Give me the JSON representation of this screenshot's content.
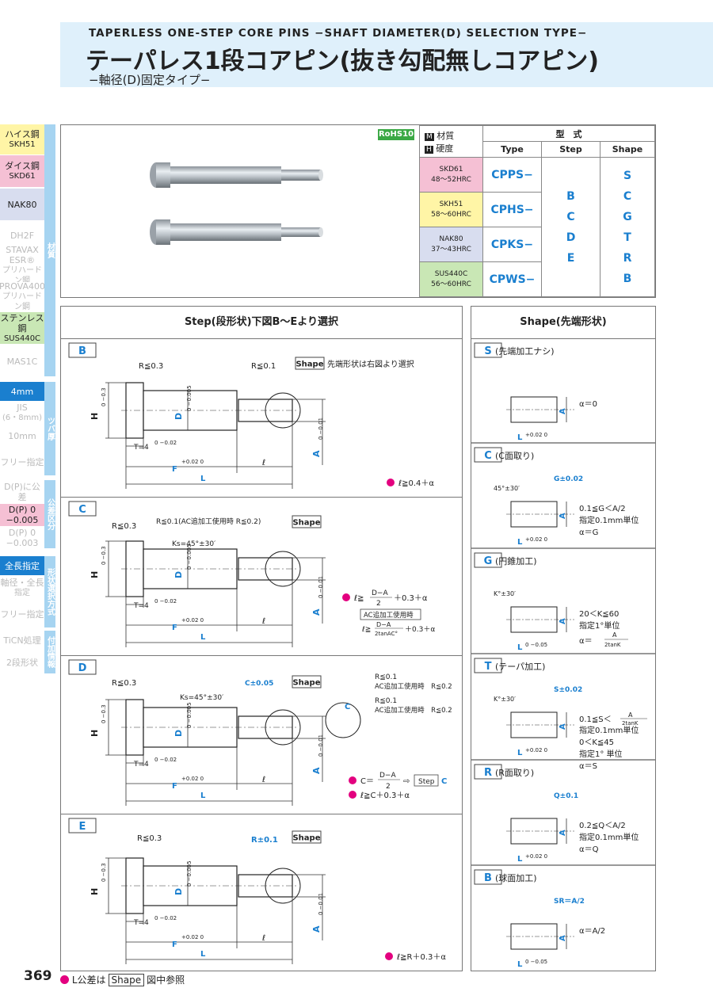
{
  "header": {
    "en_title": "TAPERLESS ONE-STEP CORE PINS −SHAFT DIAMETER(D) SELECTION TYPE−",
    "jp_title": "テーパレス1段コアピン(抜き勾配無しコアピン)",
    "sub_title": "−軸径(D)固定タイプ−"
  },
  "sidebar": {
    "materials": [
      {
        "line1": "ハイス鋼",
        "line2": "SKH51",
        "bg": "#fff5a6",
        "color": "#222"
      },
      {
        "line1": "ダイス鋼",
        "line2": "SKD61",
        "bg": "#f5c0d4",
        "color": "#222"
      },
      {
        "line1": "NAK80",
        "line2": "",
        "bg": "#d8ddef",
        "color": "#222"
      },
      {
        "line1": "DH2F",
        "line2": "",
        "bg": "#fff",
        "color": "#bbb"
      },
      {
        "line1": "STAVAX ESR®",
        "line2": "プリハードン鋼",
        "bg": "#fff",
        "color": "#bbb"
      },
      {
        "line1": "PROVA400",
        "line2": "プリハードン鋼",
        "bg": "#fff",
        "color": "#bbb"
      },
      {
        "line1": "ステンレス鋼",
        "line2": "SUS440C",
        "bg": "#c9e7b5",
        "color": "#222"
      },
      {
        "line1": "MAS1C",
        "line2": "",
        "bg": "#fff",
        "color": "#bbb"
      }
    ],
    "tsuba": [
      {
        "line1": "4mm",
        "line2": "",
        "bg": "#1a7fcf",
        "color": "#fff"
      },
      {
        "line1": "JIS",
        "line2": "(6・8mm)",
        "bg": "#fff",
        "color": "#bbb"
      },
      {
        "line1": "10mm",
        "line2": "",
        "bg": "#fff",
        "color": "#bbb"
      },
      {
        "line1": "フリー指定",
        "line2": "",
        "bg": "#fff",
        "color": "#bbb"
      }
    ],
    "kubun": [
      {
        "line1": "D(P)に公差",
        "line2": "",
        "bg": "#fff",
        "color": "#bbb"
      },
      {
        "line1": "D(P) 0 −0.005",
        "line2": "",
        "bg": "#f5c0d4",
        "color": "#222"
      },
      {
        "line1": "D(P) 0 −0.003",
        "line2": "",
        "bg": "#fff",
        "color": "#bbb"
      }
    ],
    "keijo": [
      {
        "line1": "全長指定",
        "line2": "",
        "bg": "#1a7fcf",
        "color": "#fff"
      },
      {
        "line1": "軸径・全長",
        "line2": "指定",
        "bg": "#fff",
        "color": "#bbb"
      },
      {
        "line1": "フリー指定",
        "line2": "",
        "bg": "#fff",
        "color": "#bbb"
      }
    ],
    "fuka": [
      {
        "line1": "TiCN処理",
        "line2": "",
        "bg": "#fff",
        "color": "#bbb"
      },
      {
        "line1": "2段形状",
        "line2": "",
        "bg": "#fff",
        "color": "#bbb"
      }
    ],
    "tab_zaishitsu": "材質",
    "tab_tsuba": "ツバ厚",
    "tab_kubun": "公差区分",
    "tab_keijo": "形状選択方式",
    "tab_fuka": "付加情報"
  },
  "product": {
    "rohs": "RoHS10",
    "hdr_material": "材質",
    "hdr_hardness": "硬度",
    "hdr_m": "M",
    "hdr_h": "H",
    "hdr_model": "型　式",
    "col_type": "Type",
    "col_step": "Step",
    "col_shape": "Shape",
    "rows": [
      {
        "mat": "SKD61",
        "hrc": "48〜52HRC",
        "type": "CPPS−"
      },
      {
        "mat": "SKH51",
        "hrc": "58〜60HRC",
        "type": "CPHS−"
      },
      {
        "mat": "NAK80",
        "hrc": "37〜43HRC",
        "type": "CPKS−"
      },
      {
        "mat": "SUS440C",
        "hrc": "56〜60HRC",
        "type": "CPWS−"
      }
    ],
    "steps": [
      "B",
      "C",
      "D",
      "E"
    ],
    "shapes": [
      "S",
      "C",
      "G",
      "T",
      "R",
      "B"
    ]
  },
  "step_section": {
    "title": "Step(段形状)下図B〜Eより選択",
    "B": {
      "label": "B",
      "r1": "R≦0.3",
      "r2": "R≦0.1",
      "shape_tag": "Shape",
      "shape_note": "先端形状は右図より選択",
      "H": "H",
      "D": "D",
      "A": "A",
      "T": "T=4",
      "F": "F",
      "L": "L",
      "l": "ℓ",
      "tol_h": "0 −0.3",
      "tol_d": "0 −0.005",
      "tol_a": "0 −0.01",
      "tol_t": "0 −0.02",
      "tol_f": "+0.02 0",
      "formula": "ℓ≧0.4＋α"
    },
    "C": {
      "label": "C",
      "r1": "R≦0.3",
      "r2": "R≦0.1(AC追加工使用時 R≦0.2)",
      "ks": "Ks=45°±30′",
      "shape_tag": "Shape",
      "formula_a": "ℓ≧",
      "formula_b": "D−A",
      "formula_c": "2",
      "formula_d": "＋0.3＋α",
      "ac_note": "AC追加工使用時",
      "formula2_a": "ℓ≧",
      "formula2_b": "D−A",
      "formula2_c": "2tanAC°",
      "formula2_d": "＋0.3＋α"
    },
    "D": {
      "label": "D",
      "r1": "R≦0.3",
      "ks": "Ks=45°±30′",
      "c_tol": "C±0.05",
      "shape_tag": "Shape",
      "r_note1": "R≦0.1",
      "r_note2": "AC追加工使用時　R≦0.2",
      "r_note3": "R≦0.1",
      "r_note4": "AC追加工使用時　R≦0.2",
      "c_lbl": "C",
      "formula1_a": "C＝",
      "formula1_b": "D−A",
      "formula1_c": "2",
      "formula1_arrow": "⇨",
      "formula1_step": "Step",
      "formula1_d": "C",
      "formula2": "ℓ≧C＋0.3＋α"
    },
    "E": {
      "label": "E",
      "r1": "R≦0.3",
      "r2": "R±0.1",
      "shape_tag": "Shape",
      "formula": "ℓ≧R＋0.3＋α"
    }
  },
  "shape_section": {
    "title": "Shape(先端形状)",
    "items": [
      {
        "label": "S",
        "name": "(先端加工ナシ)",
        "lines": [
          "α＝0"
        ],
        "top": ""
      },
      {
        "label": "C",
        "name": "(C面取り)",
        "lines": [
          "0.1≦G＜A/2",
          "指定0.1mm単位",
          "α＝G"
        ],
        "top": "G±0.02",
        "angle": "45°±30′"
      },
      {
        "label": "G",
        "name": "(円錐加工)",
        "lines": [
          "20＜K≦60",
          "指定1°単位"
        ],
        "alpha_a": "α＝",
        "alpha_n": "A",
        "alpha_d": "2tanK",
        "top": "",
        "angle": "K°±30′"
      },
      {
        "label": "T",
        "name": "(テーパ加工)",
        "lines": [
          "指定0.1mm単位",
          "0＜K≦45",
          "指定1° 単位",
          "α＝S"
        ],
        "first_a": "0.1≦S＜",
        "first_n": "A",
        "first_d": "2tanK",
        "top": "S±0.02",
        "angle": "K°±30′"
      },
      {
        "label": "R",
        "name": "(R面取り)",
        "lines": [
          "0.2≦Q＜A/2",
          "指定0.1mm単位",
          "α＝Q"
        ],
        "top": "Q±0.1"
      },
      {
        "label": "B",
        "name": "(球面加工)",
        "lines": [
          "α＝A/2"
        ],
        "top": "SR＝A/2"
      }
    ],
    "L_tol_a": "+0.02 0",
    "L_tol_b": "0 −0.05"
  },
  "footer": {
    "page": "369",
    "note_a": "L公差は",
    "note_tag": "Shape",
    "note_b": "図中参照"
  }
}
